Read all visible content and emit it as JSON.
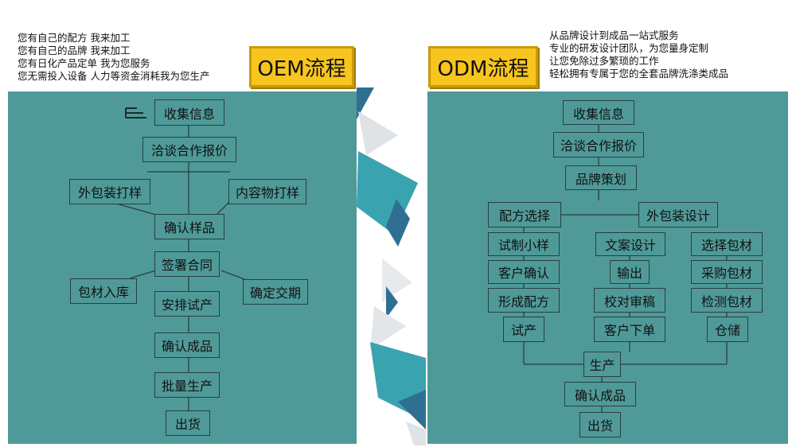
{
  "oem": {
    "title": "OEM流程",
    "intro": [
      "您有自己的配方 我来加工",
      "您有自己的品牌 我来加工",
      "您有日化产品定单 我为您服务",
      "您无需投入设备 人力等资金消耗我为您生产"
    ],
    "steps": {
      "collect": "收集信息",
      "negotiate": "洽谈合作报价",
      "outer_pack_sample": "外包装打样",
      "content_sample": "内容物打样",
      "confirm_sample": "确认样品",
      "sign_contract": "签署合同",
      "materials_storage": "包材入库",
      "trial_production": "安排试产",
      "delivery_date": "确定交期",
      "confirm_product": "确认成品",
      "mass_production": "批量生产",
      "ship": "出货"
    }
  },
  "odm": {
    "title": "ODM流程",
    "intro": [
      "从品牌设计到成品一站式服务",
      "专业的研发设计团队，为您量身定制",
      "让您免除过多繁琐的工作",
      "轻松拥有专属于您的全套品牌洗涤类成品"
    ],
    "steps": {
      "collect": "收集信息",
      "negotiate": "洽谈合作报价",
      "brand_planning": "品牌策划",
      "formula_selection": "配方选择",
      "packaging_design": "外包装设计",
      "trial_sample": "试制小样",
      "client_confirm": "客户确认",
      "form_formula": "形成配方",
      "trial_production": "试产",
      "copywriting": "文案设计",
      "output": "输出",
      "proofread": "校对审稿",
      "client_order": "客户下单",
      "select_materials": "选择包材",
      "purchase_materials": "采购包材",
      "inspect_materials": "检测包材",
      "storage": "仓储",
      "production": "生产",
      "confirm_product": "确认成品",
      "ship": "出货"
    }
  },
  "colors": {
    "panel": "#4f9a98",
    "tag": "#f7c51e",
    "deco_dark": "#2f6f92",
    "deco_teal": "#3aa3b0"
  }
}
